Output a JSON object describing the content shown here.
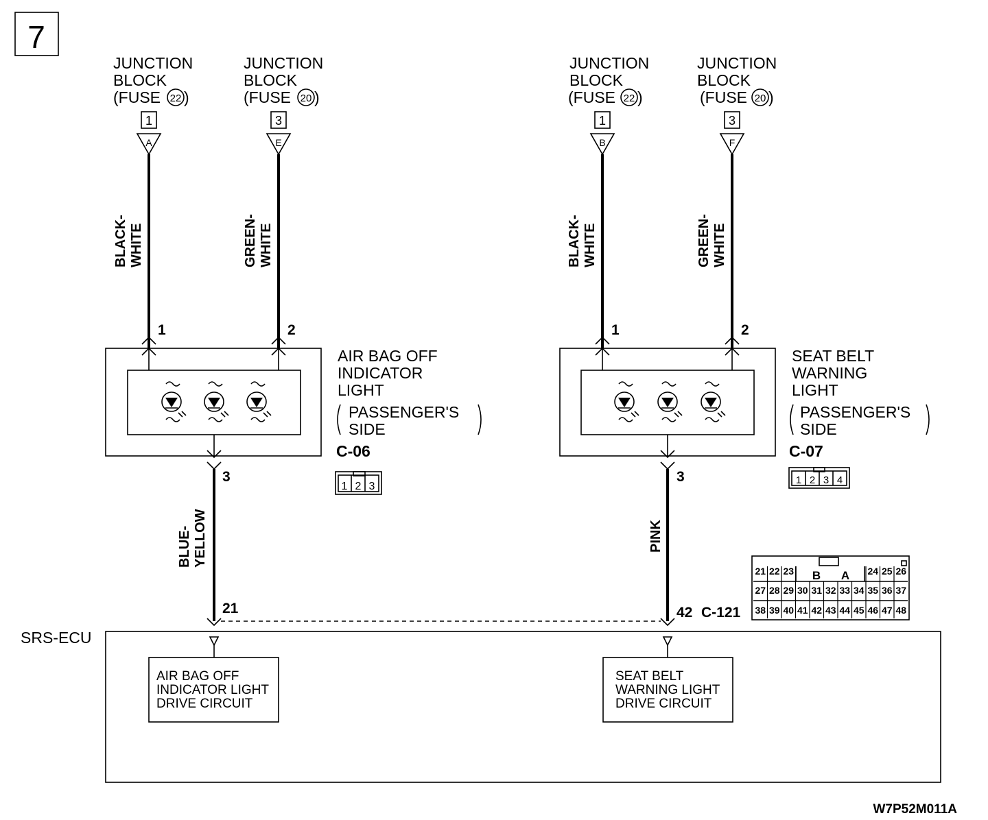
{
  "page_number": "7",
  "junctions": [
    {
      "lines": [
        "JUNCTION",
        "BLOCK",
        "(FUSE",
        ")"
      ],
      "fuse_no": "22",
      "pin": "1",
      "conn": "A"
    },
    {
      "lines": [
        "JUNCTION",
        "BLOCK",
        "(FUSE",
        ")"
      ],
      "fuse_no": "20",
      "pin": "3",
      "conn": "E"
    },
    {
      "lines": [
        "JUNCTION",
        "BLOCK",
        "(FUSE",
        ")"
      ],
      "fuse_no": "22",
      "pin": "1",
      "conn": "B"
    },
    {
      "lines": [
        "JUNCTION",
        "BLOCK",
        "(FUSE",
        ")"
      ],
      "fuse_no": "20",
      "pin": "3",
      "conn": "F"
    }
  ],
  "wire_colors": [
    [
      "BLACK-",
      "WHITE"
    ],
    [
      "GREEN-",
      "WHITE"
    ],
    [
      "BLACK-",
      "WHITE"
    ],
    [
      "GREEN-",
      "WHITE"
    ],
    [
      "BLUE-",
      "YELLOW"
    ],
    [
      "PINK"
    ]
  ],
  "terminals": {
    "left_in1": "1",
    "left_in2": "2",
    "left_out": "3",
    "right_in1": "1",
    "right_in2": "2",
    "right_out": "3",
    "ecu_left": "21",
    "ecu_right": "42"
  },
  "components": {
    "airbag": {
      "lines": [
        "AIR BAG OFF",
        "INDICATOR",
        "LIGHT"
      ],
      "sub": [
        "PASSENGER'S",
        "SIDE"
      ],
      "connector": "C-06",
      "pins": [
        "1",
        "2",
        "3"
      ]
    },
    "seatbelt": {
      "lines": [
        "SEAT BELT",
        "WARNING",
        "LIGHT"
      ],
      "sub": [
        "PASSENGER'S",
        "SIDE"
      ],
      "connector": "C-07",
      "pins": [
        "1",
        "2",
        "3",
        "4"
      ]
    }
  },
  "ecu": {
    "name": "SRS-ECU",
    "connector": "C-121",
    "airbag_circuit": [
      "AIR BAG OFF",
      "INDICATOR LIGHT",
      "DRIVE CIRCUIT"
    ],
    "seatbelt_circuit": [
      "SEAT BELT",
      "WARNING LIGHT",
      "DRIVE CIRCUIT"
    ],
    "connector_face": {
      "section_labels": [
        "B",
        "A"
      ],
      "rows": [
        [
          "21",
          "22",
          "23",
          "24",
          "25",
          "26"
        ],
        [
          "27",
          "28",
          "29",
          "30",
          "31",
          "32",
          "33",
          "34",
          "35",
          "36",
          "37"
        ],
        [
          "38",
          "39",
          "40",
          "41",
          "42",
          "43",
          "44",
          "45",
          "46",
          "47",
          "48"
        ]
      ]
    }
  },
  "figure_code": "W7P52M011A"
}
